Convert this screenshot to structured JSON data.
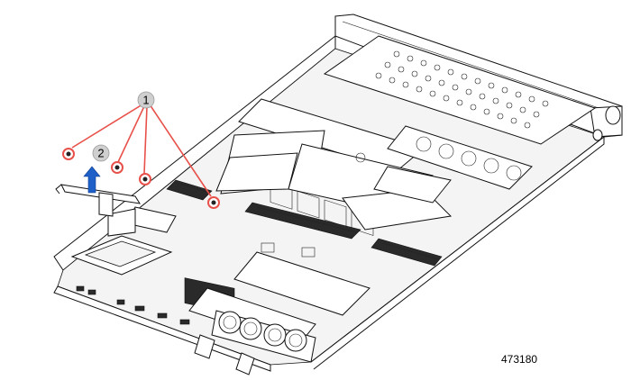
{
  "callouts": {
    "screws": "1",
    "lift_arrow": "2"
  },
  "figure_id": "473180",
  "colors": {
    "leader_line": "#e8514a",
    "screw_ring": "#e8514a",
    "lift_arrow": "#1f5fc8",
    "callout_bubble": "#c9c9c9"
  },
  "icons": [
    "screw-icon",
    "lift-arrow-icon",
    "callout-bubble-icon"
  ]
}
